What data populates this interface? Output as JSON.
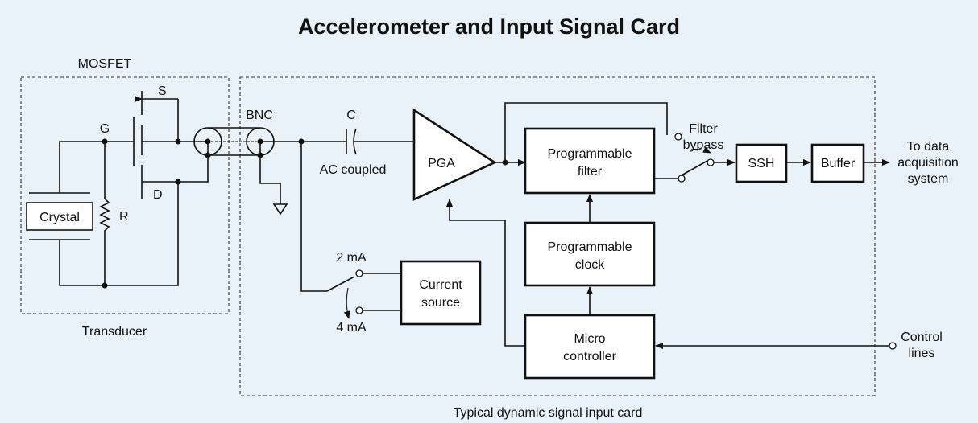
{
  "title": "Accelerometer and Input Signal Card",
  "transducer": {
    "region_label": "Transducer",
    "mosfet_label": "MOSFET",
    "gate_label": "G",
    "source_label": "S",
    "drain_label": "D",
    "crystal_label": "Crystal",
    "resistor_label": "R"
  },
  "connector": {
    "label": "BNC"
  },
  "input_card": {
    "region_label": "Typical dynamic signal input card",
    "capacitor_label": "C",
    "ac_coupled_label": "AC coupled",
    "pga_label": "PGA",
    "filter_bypass_label": [
      "Filter",
      "bypass"
    ],
    "programmable_filter_label": [
      "Programmable",
      "filter"
    ],
    "programmable_clock_label": [
      "Programmable",
      "clock"
    ],
    "microcontroller_label": [
      "Micro",
      "controller"
    ],
    "current_source_label": [
      "Current",
      "source"
    ],
    "current_2ma_label": "2 mA",
    "current_4ma_label": "4 mA",
    "ssh_label": "SSH",
    "buffer_label": "Buffer",
    "output_label": [
      "To data",
      "acquisition",
      "system"
    ],
    "control_lines_label": [
      "Control",
      "lines"
    ]
  }
}
